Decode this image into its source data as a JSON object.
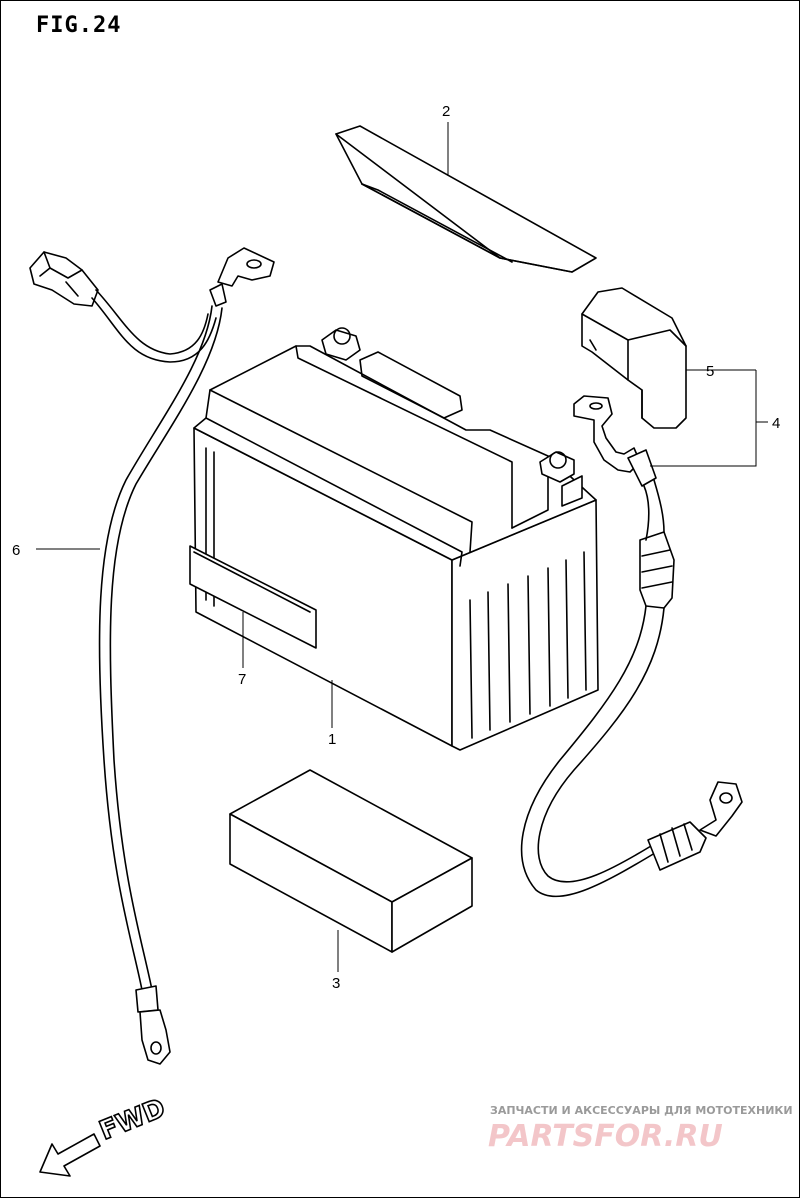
{
  "figure": {
    "title": "FIG.24"
  },
  "callouts": [
    {
      "id": "1",
      "label": "1"
    },
    {
      "id": "2",
      "label": "2"
    },
    {
      "id": "3",
      "label": "3"
    },
    {
      "id": "4",
      "label": "4"
    },
    {
      "id": "5",
      "label": "5"
    },
    {
      "id": "6",
      "label": "6"
    },
    {
      "id": "7",
      "label": "7"
    }
  ],
  "direction": {
    "label": "FWD",
    "icon": "arrow-left-icon"
  },
  "watermark": {
    "tagline": "ЗАПЧАСТИ И АКСЕССУАРЫ ДЛЯ МОТОТЕХНИКИ",
    "brand": "PARTSFOR.RU",
    "color": "#e8a3a8"
  }
}
